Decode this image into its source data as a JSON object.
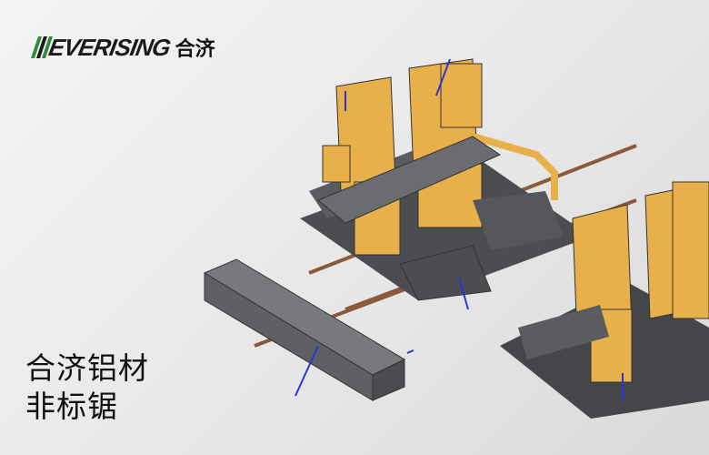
{
  "brand": {
    "logo_text": "EVERISING",
    "logo_cn": "合济"
  },
  "caption": {
    "line1": "合济铝材",
    "line2": "非标锯"
  },
  "colors": {
    "machine_yellow": "#e8b04a",
    "machine_gray": "#5a5c60",
    "arrow_blue": "#2a35d8",
    "logo_green": "#2f8a3a"
  }
}
